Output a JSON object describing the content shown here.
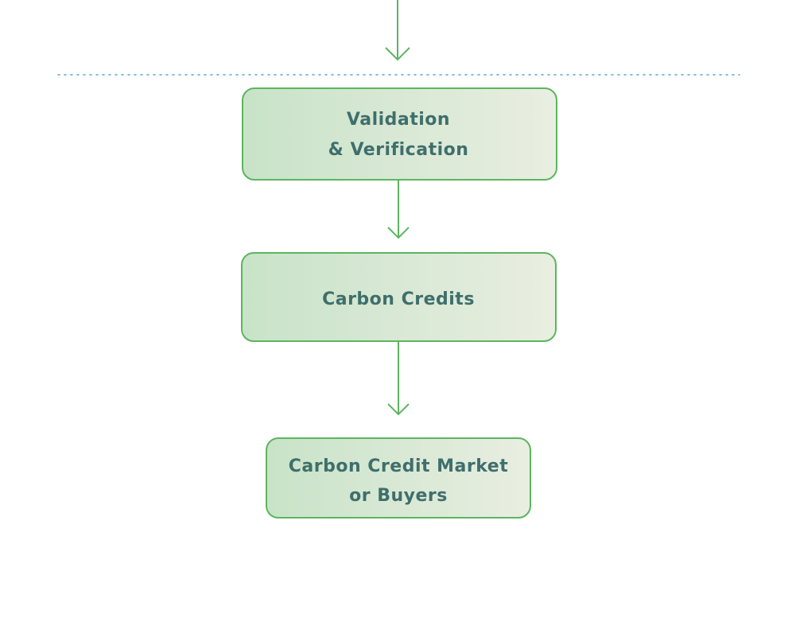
{
  "colors": {
    "box_border": "#5cb560",
    "box_fill_left": "#c8e3c8",
    "box_fill_right": "#e9eee1",
    "arrow": "#5cb560",
    "text": "#3f6f6c",
    "divider": "#5aa6d6",
    "background": "#ffffff"
  },
  "nodes": {
    "validation": {
      "line1": "Validation",
      "line2": "& Verification"
    },
    "credits": {
      "label": "Carbon Credits"
    },
    "market": {
      "line1": "Carbon Credit Market",
      "line2": "or Buyers"
    }
  },
  "icons": {
    "arrows": "arrow-down-icon",
    "divider": "dotted-divider"
  }
}
